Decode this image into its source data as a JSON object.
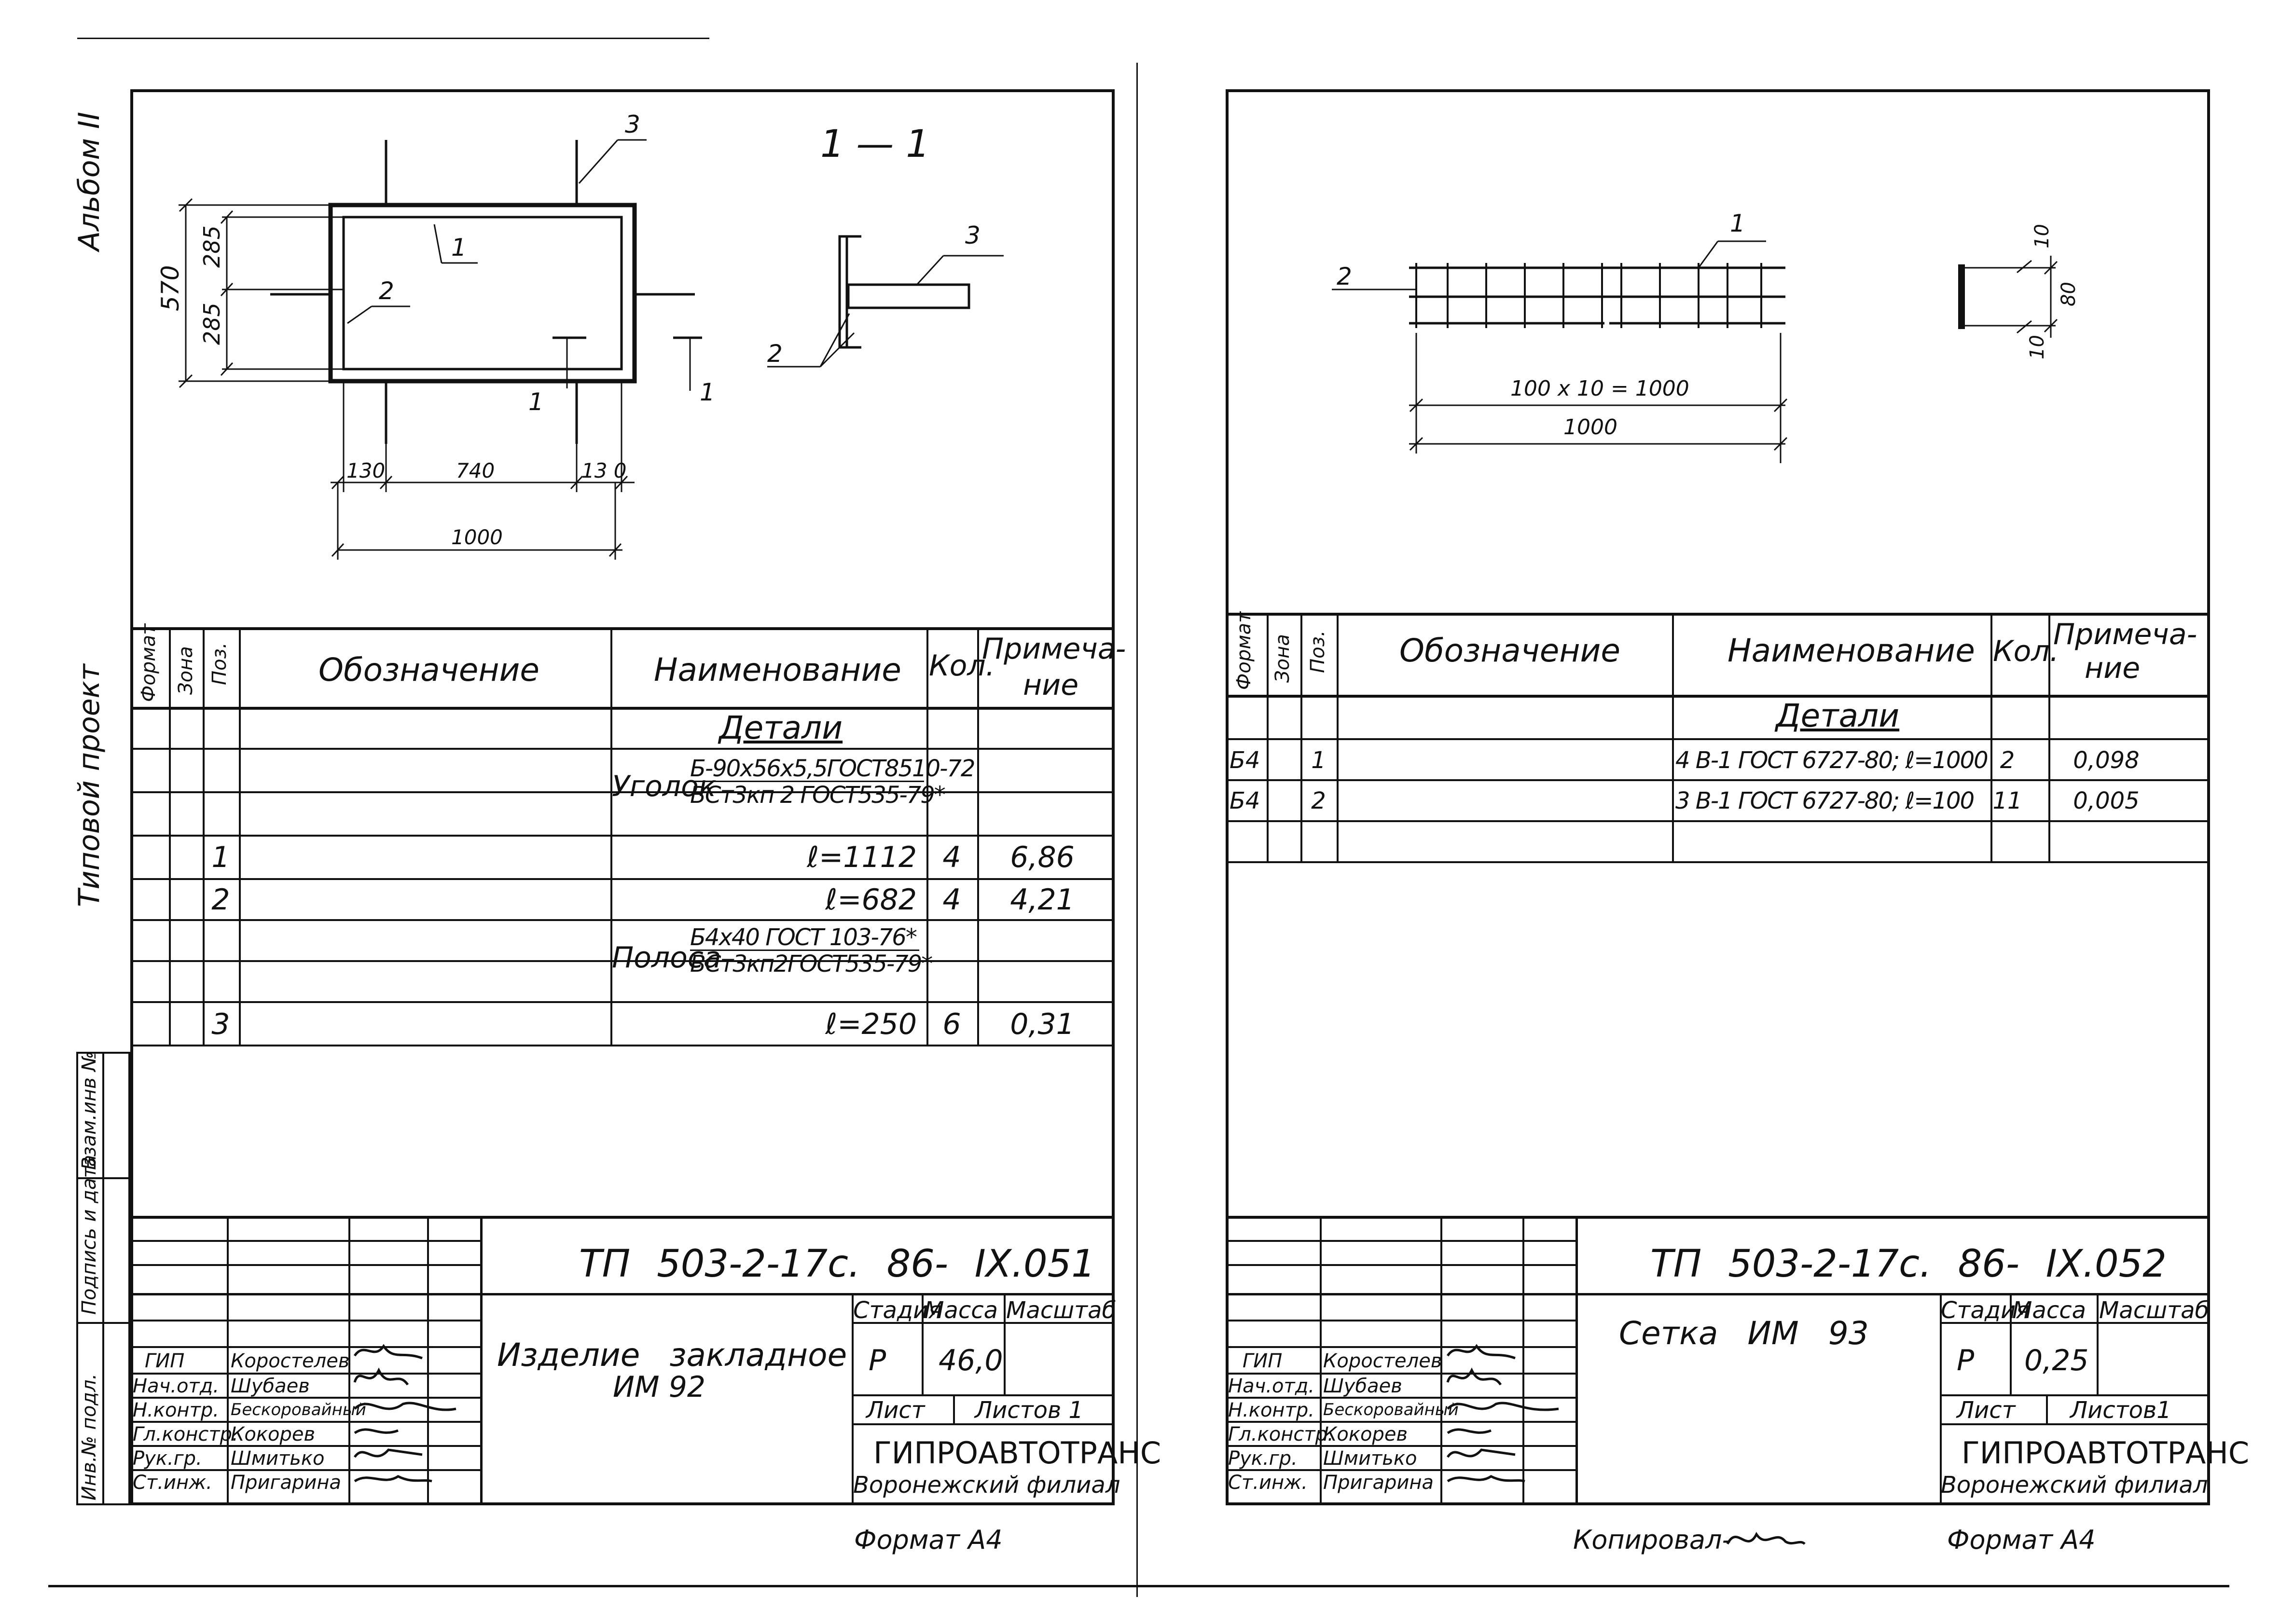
{
  "side_stamp": {
    "album": "Альбом II",
    "typical": "Типовой проект",
    "vzam": "Взам.инв №",
    "podp": "Подпись и дата",
    "inv": "Инв.№ подл."
  },
  "columns": {
    "format": "Формат",
    "zone": "Зона",
    "pos": "Поз.",
    "designation": "Обозначение",
    "name": "Наименование",
    "qty": "Кол.",
    "note_l1": "Примеча-",
    "note_l2": "ние"
  },
  "left_sheet": {
    "drawing": {
      "section_label": "1 — 1",
      "dim_570": "570",
      "dim_285a": "285",
      "dim_285b": "285",
      "dim_130a": "130",
      "dim_740": "740",
      "dim_130b": "13 0",
      "dim_1000": "1000",
      "pos1": "1",
      "pos2": "2",
      "pos3": "3",
      "cut1a": "1",
      "cut1b": "1",
      "sec_pos2": "2",
      "sec_pos3": "3"
    },
    "spec": {
      "section": "Детали",
      "ugolok_label": "Уголок",
      "ugolok_top": "Б-90х56х5,5ГОСТ8510-72",
      "ugolok_bot": "ВСт3кп 2 ГОСТ535-79*",
      "rows": [
        {
          "pos": "1",
          "name": "ℓ=1112",
          "qty": "4",
          "note": "6,86"
        },
        {
          "pos": "2",
          "name": "ℓ=682",
          "qty": "4",
          "note": "4,21"
        },
        {
          "pos": "3",
          "name": "ℓ=250",
          "qty": "6",
          "note": "0,31"
        }
      ],
      "polosa_label": "Полоса",
      "polosa_top": "Б4х40 ГОСТ 103-76*",
      "polosa_bot": "ВСт3кп2ГОСТ535-79*"
    },
    "title": {
      "code": "ТП 503-2-17с. 86- IX.051",
      "name_l1": "Изделие закладное",
      "name_l2": "ИМ 92",
      "stage_h": "Стадия",
      "mass_h": "Масса",
      "scale_h": "Масштаб",
      "stage": "Р",
      "mass": "46,0",
      "sheet": "Лист",
      "sheets": "Листов 1",
      "org": "ГИПРОАВТОТРАНС",
      "branch": "Воронежский филиал",
      "roles": [
        "ГИП",
        "Нач.отд.",
        "Н.контр.",
        "Гл.констр.",
        "Рук.гр.",
        "Ст.инж."
      ],
      "names": [
        "Коростелев",
        "Шубаев",
        "Бескоровайный",
        "Кокорев",
        "Шмитько",
        "Пригарина"
      ]
    },
    "format": "Формат А4"
  },
  "right_sheet": {
    "drawing": {
      "pos1": "1",
      "pos2": "2",
      "dim_100x10": "100 х 10 = 1000",
      "dim_1000": "1000",
      "dim_10a": "10",
      "dim_80": "80",
      "dim_10b": "10"
    },
    "spec": {
      "section": "Детали",
      "rows": [
        {
          "format": "Б4",
          "pos": "1",
          "name": "4 В-1 ГОСТ 6727-80; ℓ=1000",
          "qty": "2",
          "note": "0,098"
        },
        {
          "format": "Б4",
          "pos": "2",
          "name": "3 В-1 ГОСТ 6727-80; ℓ=100",
          "qty": "11",
          "note": "0,005"
        }
      ]
    },
    "title": {
      "code": "ТП 503-2-17с. 86- IX.052",
      "name_l1": "Сетка ИМ 93",
      "stage_h": "Стадия",
      "mass_h": "Масса",
      "scale_h": "Масштаб",
      "stage": "Р",
      "mass": "0,25",
      "sheet": "Лист",
      "sheets": "Листов1",
      "org": "ГИПРОАВТОТРАНС",
      "branch": "Воронежский филиал",
      "roles": [
        "ГИП",
        "Нач.отд.",
        "Н.контр.",
        "Гл.констр.",
        "Рук.гр.",
        "Ст.инж."
      ],
      "names": [
        "Коростелев",
        "Шубаев",
        "Бескоровайный",
        "Кокорев",
        "Шмитько",
        "Пригарина"
      ]
    },
    "copied": "Копировал-",
    "format": "Формат А4"
  }
}
